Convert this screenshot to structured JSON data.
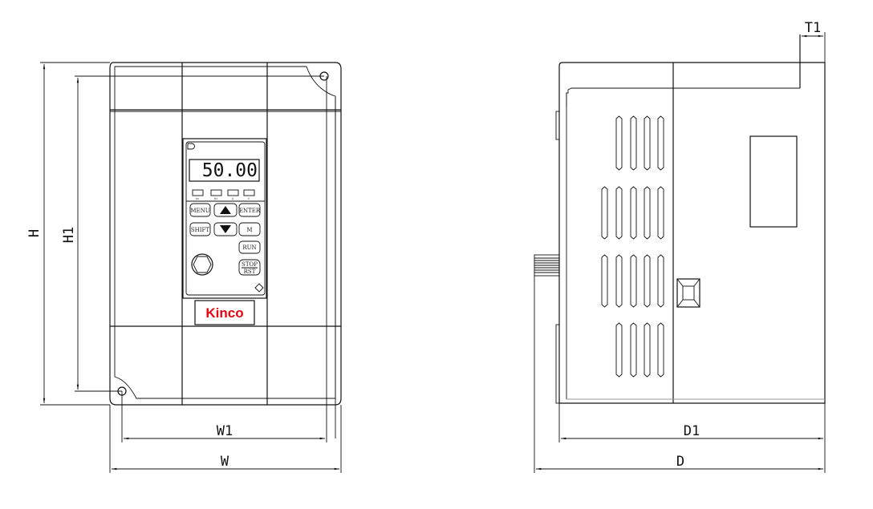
{
  "front_view": {
    "display_value": "50.00",
    "led_labels": [
      "ex",
      "Hz",
      "A",
      "V"
    ],
    "buttons": {
      "menu": "MENU",
      "enter": "ENTER",
      "shift": "SHIFT",
      "m": "M",
      "run": "RUN",
      "stop": "STOP",
      "rst": "RST"
    },
    "logo": "Kinco",
    "logo_color": "#e30613"
  },
  "dimensions": {
    "h": "H",
    "h1": "H1",
    "w": "W",
    "w1": "W1",
    "d": "D",
    "d1": "D1",
    "t1": "T1"
  }
}
